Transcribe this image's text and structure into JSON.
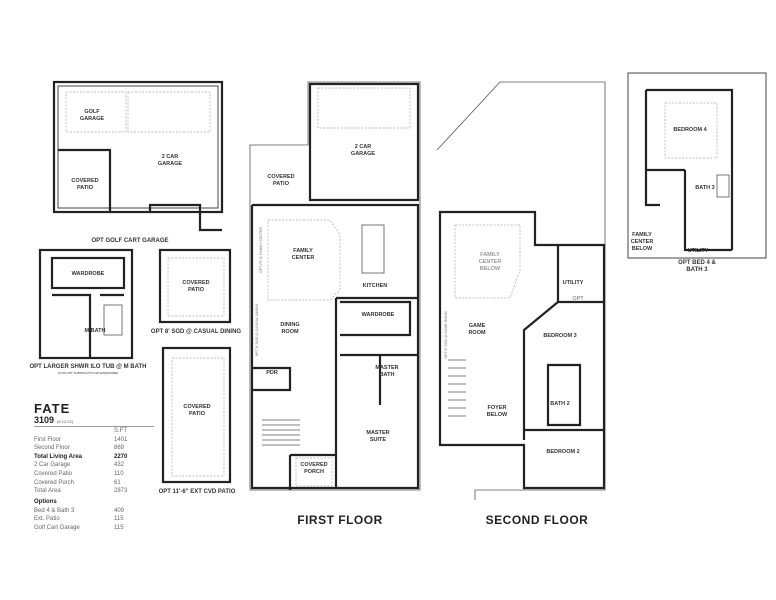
{
  "plan_name": "FATE",
  "plan_number": "3109",
  "plan_date": "(6.13.22)",
  "table": {
    "unit_header": "S.FT",
    "rows": [
      {
        "label": "First Floor",
        "value": "1401",
        "bold": false
      },
      {
        "label": "Second Floor",
        "value": "869",
        "bold": false
      },
      {
        "label": "Total Living Area",
        "value": "2270",
        "bold": true
      },
      {
        "label": "2 Car Garage",
        "value": "432",
        "bold": false
      },
      {
        "label": "Covered Patio",
        "value": "110",
        "bold": false
      },
      {
        "label": "Covered Porch",
        "value": "61",
        "bold": false
      },
      {
        "label": "Total Area",
        "value": "2873",
        "bold": false
      }
    ],
    "options_header": "Options",
    "options": [
      {
        "label": "Bed 4 & Bath 3",
        "value": "409"
      },
      {
        "label": "Ext. Patio",
        "value": "115"
      },
      {
        "label": "Golf Cart Garage",
        "value": "115"
      }
    ]
  },
  "floor_titles": {
    "first": "FIRST FLOOR",
    "second": "SECOND FLOOR"
  },
  "options": {
    "golf_cart": {
      "caption": "OPT GOLF CART GARAGE",
      "rooms": [
        "GOLF",
        "GARAGE",
        "2 CAR",
        "GARAGE",
        "COVERED",
        "PATIO"
      ]
    },
    "shower": {
      "caption": "OPT LARGER SHWR ILO TUB @ M BATH",
      "subcaption": "(THIS OPT SUBTRACTS FOR WARDROBE)",
      "rooms": [
        "WARDROBE",
        "M BATH"
      ]
    },
    "sgd": {
      "caption": "OPT 8' SGD @ CASUAL DINING",
      "rooms": [
        "COVERED",
        "PATIO"
      ]
    },
    "ext_patio": {
      "caption": "OPT 11'-6\" EXT CVD PATIO",
      "rooms": [
        "COVERED",
        "PATIO"
      ]
    },
    "bed4": {
      "caption_1": "OPT BED 4 &",
      "caption_2": "BATH 3",
      "rooms": [
        "BEDROOM 4",
        "BATH 3",
        "FAMILY",
        "CENTER",
        "BELOW",
        "UTILITY"
      ]
    }
  },
  "first_floor": {
    "rooms": [
      "2 CAR",
      "GARAGE",
      "COVERED",
      "PATIO",
      "FAMILY",
      "CENTER",
      "KITCHEN",
      "WARDROBE",
      "DINING",
      "ROOM",
      "PDR",
      "MASTER",
      "BATH",
      "MASTER",
      "SUITE",
      "COVERED",
      "PORCH"
    ],
    "notes": [
      "OPT FP @ FAMILY CENTER",
      "OPT 8' SGD @ CASUAL DINING"
    ]
  },
  "second_floor": {
    "rooms": [
      "FAMILY",
      "CENTER",
      "BELOW",
      "UTILITY",
      "OPT",
      "GAME",
      "ROOM",
      "BEDROOM 3",
      "BATH 2",
      "FOYER",
      "BELOW",
      "BEDROOM 2"
    ],
    "notes": [
      "OPT 8' SGD @ GAME ROOM"
    ]
  }
}
